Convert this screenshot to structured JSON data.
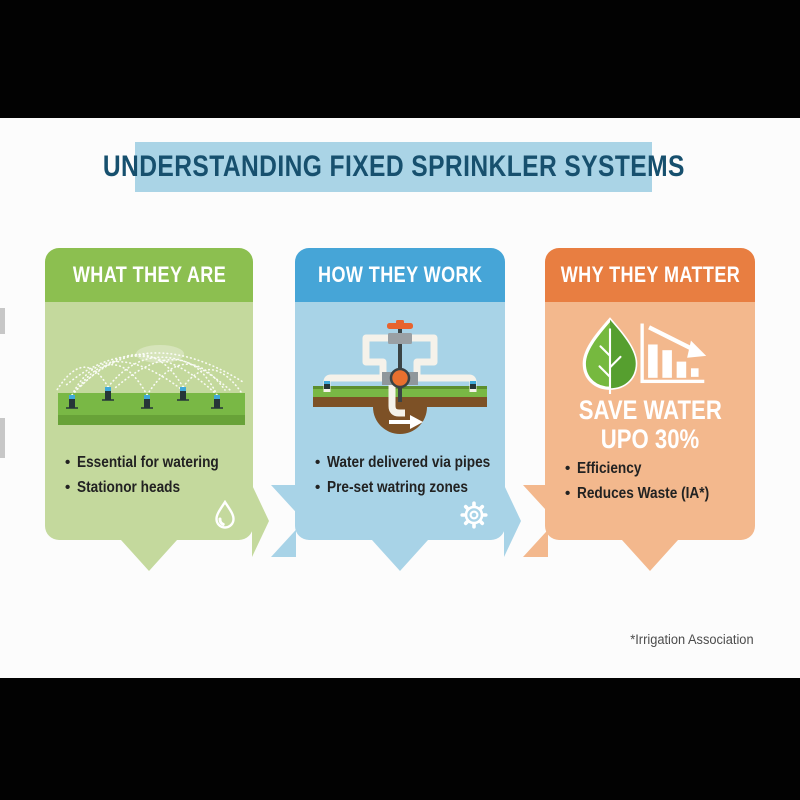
{
  "title_bar": {
    "text": "UNDERSTANDING FIXED SPRINKLER SYSTEMS",
    "bg_color": "#aad4e6",
    "text_color": "#17506e"
  },
  "panels": [
    {
      "header": "WHAT THEY ARE",
      "header_bg": "#8cbf50",
      "body_bg": "#c4d99d",
      "bullets": [
        "Essential for watering",
        "Stationor heads"
      ],
      "corner_icon": "water-drop",
      "illustration": "five sprinkler heads on lawn spraying crossing water arcs"
    },
    {
      "header": "HOW THEY WORK",
      "header_bg": "#46a5d7",
      "body_bg": "#a8d3e7",
      "bullets": [
        "Water delivered via pipes",
        "Pre-set watring zones"
      ],
      "corner_icon": "gear",
      "illustration": "valve and pipe network feeding underground water line"
    },
    {
      "header": "WHY THEY MATTER",
      "header_bg": "#e87e41",
      "body_bg": "#f3b88d",
      "headline_line1": "SAVE WATER",
      "headline_line2": "UPO 30%",
      "bullets": [
        "Efficiency",
        "Reduces Waste (IA*)"
      ],
      "icons": [
        "leaf",
        "declining-bar-chart"
      ]
    }
  ],
  "footnote": "*Irrigation Association"
}
